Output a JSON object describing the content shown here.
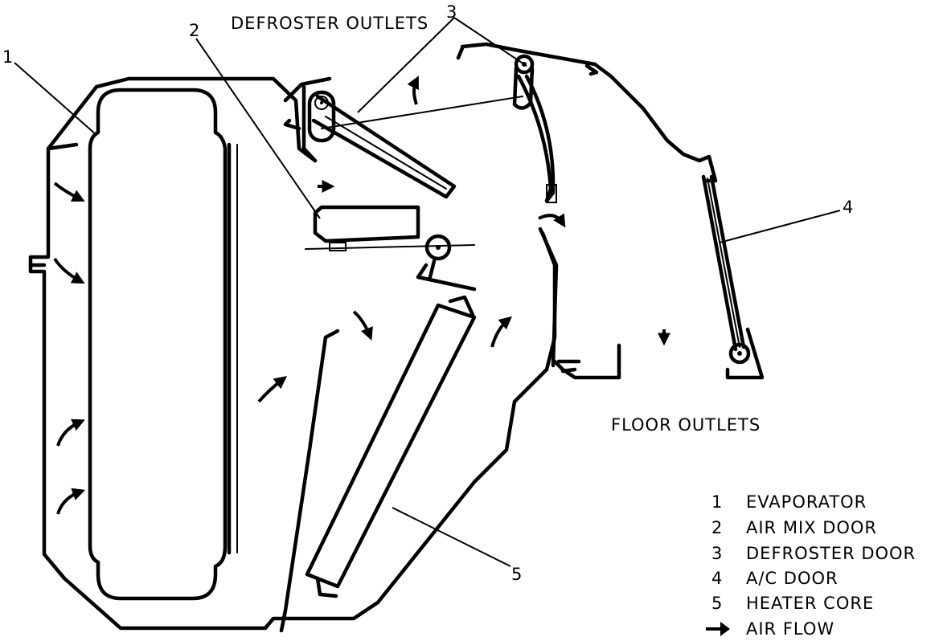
{
  "title_labels": {
    "defroster_outlets": "DEFROSTER OUTLETS",
    "floor_outlets": "FLOOR OUTLETS"
  },
  "callouts": [
    "1",
    "2",
    "3",
    "4",
    "5"
  ],
  "legend": [
    {
      "num": "1",
      "text": "EVAPORATOR"
    },
    {
      "num": "2",
      "text": "AIR MIX DOOR"
    },
    {
      "num": "3",
      "text": "DEFROSTER DOOR"
    },
    {
      "num": "4",
      "text": "A/C DOOR"
    },
    {
      "num": "5",
      "text": "HEATER CORE"
    },
    {
      "num": "",
      "text": "AIR FLOW",
      "icon": "arrow-icon"
    }
  ]
}
